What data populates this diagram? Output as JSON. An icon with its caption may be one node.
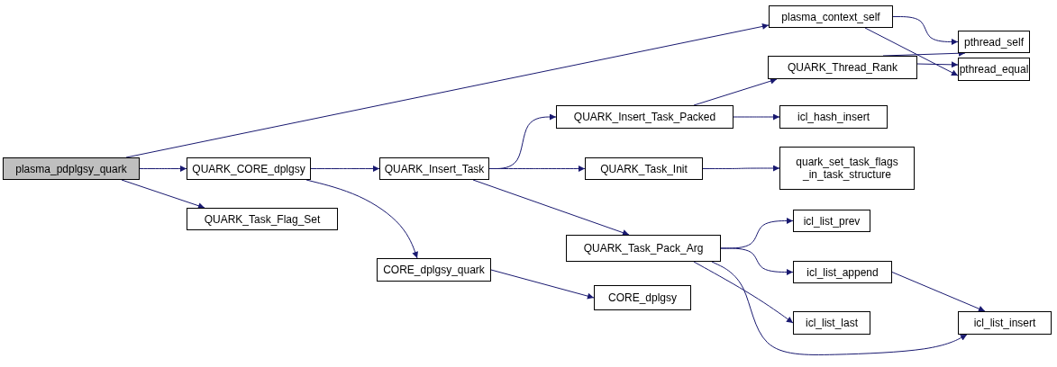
{
  "diagram": {
    "nodes": [
      {
        "text": [
          "plasma_pdplgsy_quark"
        ]
      },
      {
        "text": [
          "plasma_context_self"
        ]
      },
      {
        "text": [
          "pthread_self"
        ]
      },
      {
        "text": [
          "QUARK_Thread_Rank"
        ]
      },
      {
        "text": [
          "pthread_equal"
        ]
      },
      {
        "text": [
          "QUARK_CORE_dplgsy"
        ]
      },
      {
        "text": [
          "QUARK_Task_Flag_Set"
        ]
      },
      {
        "text": [
          "QUARK_Insert_Task"
        ]
      },
      {
        "text": [
          "QUARK_Insert_Task_Packed"
        ]
      },
      {
        "text": [
          "icl_hash_insert"
        ]
      },
      {
        "text": [
          "QUARK_Task_Init"
        ]
      },
      {
        "text": [
          "quark_set_task_flags _in_task_structure"
        ]
      },
      {
        "text": [
          "CORE_dplgsy_quark"
        ]
      },
      {
        "text": [
          "QUARK_Task_Pack_Arg"
        ]
      },
      {
        "text": [
          "icl_list_prev"
        ]
      },
      {
        "text": [
          "icl_list_append"
        ]
      },
      {
        "text": [
          "icl_list_last"
        ]
      },
      {
        "text": [
          "icl_list_insert"
        ]
      },
      {
        "text": [
          "CORE_dplgsy"
        ]
      }
    ],
    "edges": [
      {
        "from": 0,
        "to": 1,
        "arrow": "to"
      },
      {
        "from": 0,
        "to": 5,
        "arrow": "to"
      },
      {
        "from": 0,
        "to": 6,
        "arrow": "to"
      },
      {
        "from": 1,
        "to": 2,
        "arrow": "to"
      },
      {
        "from": 1,
        "to": 4,
        "arrow": "to"
      },
      {
        "from": 3,
        "to": 2,
        "arrow": "to"
      },
      {
        "from": 3,
        "to": 4,
        "arrow": "to"
      },
      {
        "from": 5,
        "to": 7,
        "arrow": "to"
      },
      {
        "from": 5,
        "to": 12,
        "arrow": "to"
      },
      {
        "from": 7,
        "to": 8,
        "arrow": "to"
      },
      {
        "from": 7,
        "to": 10,
        "arrow": "to"
      },
      {
        "from": 7,
        "to": 13,
        "arrow": "to"
      },
      {
        "from": 8,
        "to": 3,
        "arrow": "to"
      },
      {
        "from": 8,
        "to": 9,
        "arrow": "to"
      },
      {
        "from": 10,
        "to": 11,
        "arrow": "to"
      },
      {
        "from": 12,
        "to": 18,
        "arrow": "to"
      },
      {
        "from": 13,
        "to": 14,
        "arrow": "to"
      },
      {
        "from": 13,
        "to": 15,
        "arrow": "to"
      },
      {
        "from": 13,
        "to": 16,
        "arrow": "to"
      },
      {
        "from": 13,
        "to": 17,
        "arrow": "to"
      },
      {
        "from": 15,
        "to": 17,
        "arrow": "to"
      }
    ]
  }
}
